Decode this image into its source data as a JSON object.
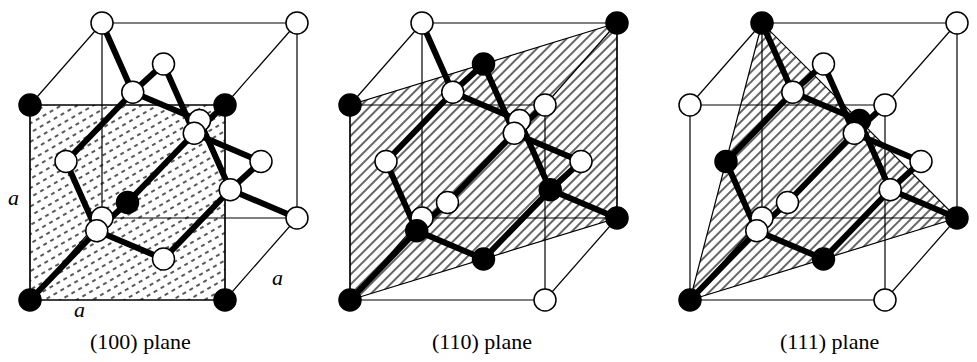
{
  "diagram": {
    "labels": [
      "a",
      "a",
      "a",
      "(100) plane",
      "(110) plane",
      "(111) plane"
    ]
  }
}
